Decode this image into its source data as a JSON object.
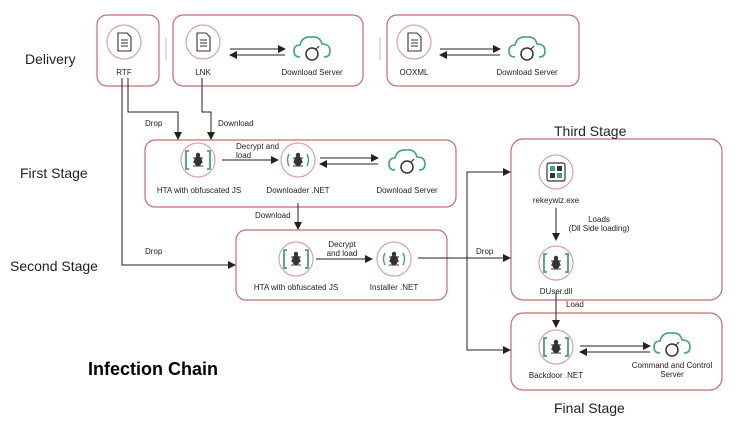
{
  "stages": {
    "delivery": "Delivery",
    "first": "First Stage",
    "second": "Second Stage",
    "third": "Third Stage",
    "final": "Final Stage"
  },
  "title": "Infection Chain",
  "nodes": {
    "rtf": "RTF",
    "lnk": "LNK",
    "download_server_1": "Download Server",
    "ooxml": "OOXML",
    "download_server_2": "Download Server",
    "hta_first": "HTA with obfuscated JS",
    "downloader_net": "Downloader .NET",
    "download_server_3": "Download Server",
    "hta_second": "HTA with obfuscated JS",
    "installer_net": "Installer .NET",
    "rekeywiz": "rekeywiz.exe",
    "duser": "DUser.dll",
    "backdoor": "Backdoor .NET",
    "c2_line1": "Command and Control",
    "c2_line2": "Server"
  },
  "edges": {
    "drop_1": "Drop",
    "download_1": "Download",
    "decrypt_load_1_l1": "Decrypt and",
    "decrypt_load_1_l2": "load",
    "download_2": "Download",
    "drop_2": "Drop",
    "decrypt_load_2_l1": "Decrypt",
    "decrypt_load_2_l2": "and load",
    "drop_3": "Drop",
    "loads_l1": "Loads",
    "loads_l2": "(Dll Side loading)",
    "load": "Load"
  },
  "colors": {
    "box_border": "#c96a6e",
    "circle_border": "#d9a2a4",
    "icon_green": "#3ea67a",
    "icon_dark": "#333333",
    "line": "#222222"
  }
}
